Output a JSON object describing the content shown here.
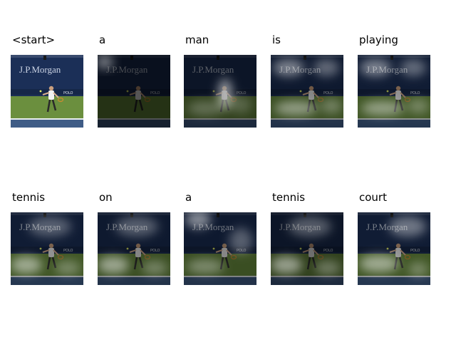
{
  "figure": {
    "watermark": "J.P.Morgan",
    "board_text": "POLO",
    "frames": [
      {
        "word": "<start>",
        "attention": "none",
        "brightness": 1.0
      },
      {
        "word": "a",
        "attention": "top-left",
        "brightness": 0.35
      },
      {
        "word": "man",
        "attention": "player",
        "brightness": 0.45
      },
      {
        "word": "is",
        "attention": "upper-and-court",
        "brightness": 0.55
      },
      {
        "word": "playing",
        "attention": "upper-and-court",
        "brightness": 0.6
      },
      {
        "word": "tennis",
        "attention": "court-left",
        "brightness": 0.6
      },
      {
        "word": "on",
        "attention": "court-left",
        "brightness": 0.55
      },
      {
        "word": "a",
        "attention": "top-left-and-court",
        "brightness": 0.55
      },
      {
        "word": "tennis",
        "attention": "court-left",
        "brightness": 0.45
      },
      {
        "word": "court",
        "attention": "court-and-upper",
        "brightness": 0.6
      }
    ]
  }
}
